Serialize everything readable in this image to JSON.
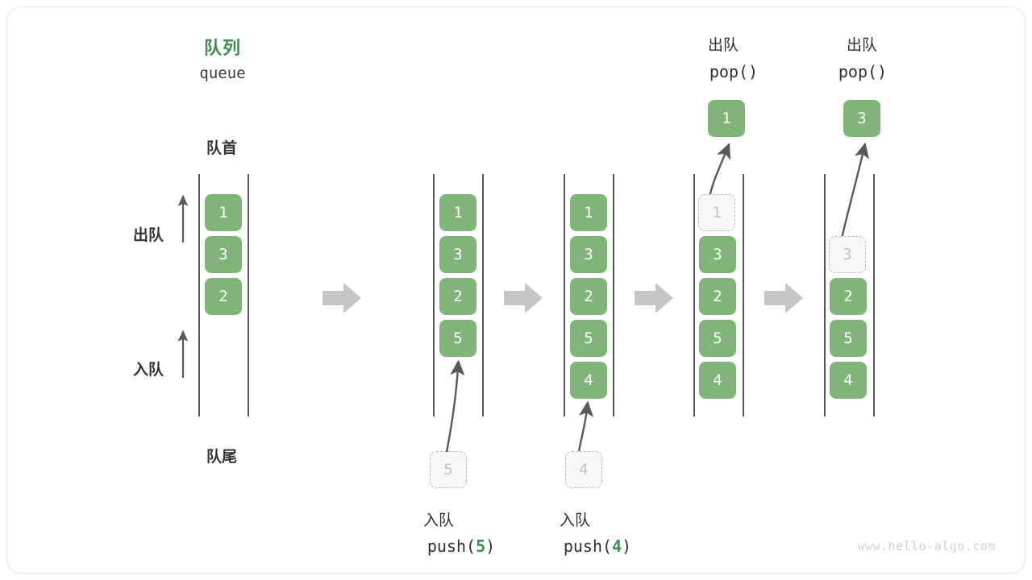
{
  "figure": {
    "title_cn": "队列",
    "title_en": "queue",
    "front_label": "队首",
    "rear_label": "队尾",
    "dequeue_label": "出队",
    "enqueue_label": "入队",
    "watermark": "www.hello-algo.com",
    "accent_color": "#3f8d4e",
    "element_color": "#7fb579",
    "ghost_color": "#f7f7f7",
    "ghost_border_color": "#bdbdbd",
    "rail_color": "#555555",
    "arrow_color": "#c6c6c6"
  },
  "panels": [
    {
      "id": "initial",
      "caption_cn": "",
      "caption_code": "",
      "cells": [
        {
          "value": "1",
          "state": "filled"
        },
        {
          "value": "3",
          "state": "filled"
        },
        {
          "value": "2",
          "state": "filled"
        }
      ]
    },
    {
      "id": "push-5",
      "caption_cn": "入队",
      "caption_code_prefix": "push(",
      "caption_code_arg": "5",
      "caption_code_suffix": ")",
      "incoming_value": "5",
      "cells": [
        {
          "value": "1",
          "state": "filled"
        },
        {
          "value": "3",
          "state": "filled"
        },
        {
          "value": "2",
          "state": "filled"
        },
        {
          "value": "5",
          "state": "filled"
        }
      ]
    },
    {
      "id": "push-4",
      "caption_cn": "入队",
      "caption_code_prefix": "push(",
      "caption_code_arg": "4",
      "caption_code_suffix": ")",
      "incoming_value": "4",
      "cells": [
        {
          "value": "1",
          "state": "filled"
        },
        {
          "value": "3",
          "state": "filled"
        },
        {
          "value": "2",
          "state": "filled"
        },
        {
          "value": "5",
          "state": "filled"
        },
        {
          "value": "4",
          "state": "filled"
        }
      ]
    },
    {
      "id": "pop-1",
      "header_cn": "出队",
      "header_code": "pop()",
      "popped_value": "1",
      "cells": [
        {
          "value": "1",
          "state": "ghost"
        },
        {
          "value": "3",
          "state": "filled"
        },
        {
          "value": "2",
          "state": "filled"
        },
        {
          "value": "5",
          "state": "filled"
        },
        {
          "value": "4",
          "state": "filled"
        }
      ]
    },
    {
      "id": "pop-3",
      "header_cn": "出队",
      "header_code": "pop()",
      "popped_value": "3",
      "cells": [
        {
          "value": "3",
          "state": "ghost"
        },
        {
          "value": "2",
          "state": "filled"
        },
        {
          "value": "5",
          "state": "filled"
        },
        {
          "value": "4",
          "state": "filled"
        }
      ]
    }
  ]
}
